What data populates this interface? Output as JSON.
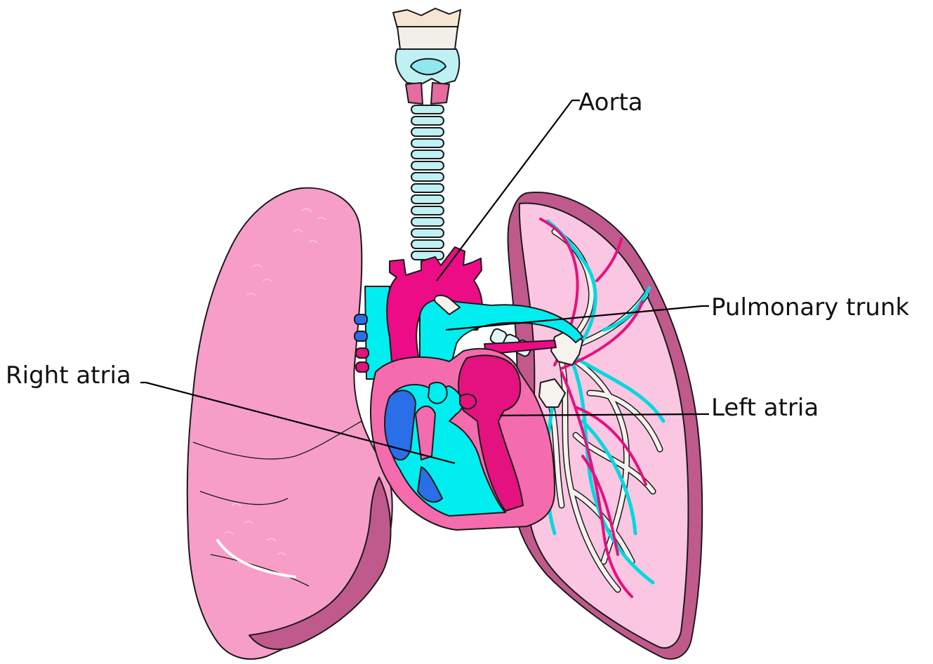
{
  "labels": {
    "aorta": "Aorta",
    "pulmonary_trunk": "Pulmonary trunk",
    "right_atria": "Right atria",
    "left_atria": "Left atria"
  },
  "colors": {
    "lung": "#f79ec8",
    "lung_dark": "#c05a8c",
    "lung_cut": "#fbc6e1",
    "aorta": "#ec0c85",
    "pulmonary": "#00eef0",
    "vein_blue": "#2a6ee8",
    "heart_wall": "#f46cae",
    "trachea": "#bff0f4"
  }
}
